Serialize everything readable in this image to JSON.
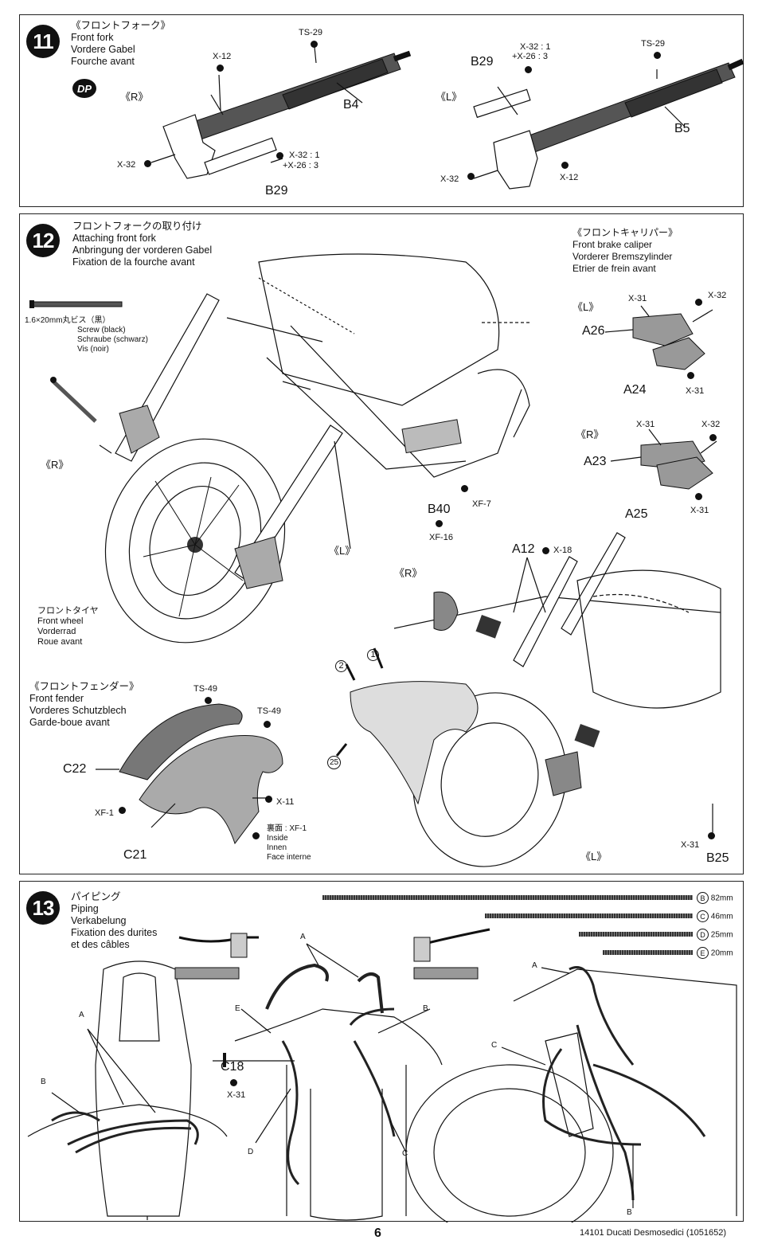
{
  "step11": {
    "number": "11",
    "title_jp": "《フロントフォーク》",
    "title_en": "Front fork",
    "title_de": "Vordere Gabel",
    "title_fr": "Fourche avant",
    "badge": "DP",
    "side_r": "《R》",
    "side_l": "《L》",
    "labels": {
      "x12_r": "X-12",
      "ts29_r": "TS-29",
      "b4": "B4",
      "x32_r": "X-32",
      "x32_mix_r_1": "X-32 : 1",
      "x32_mix_r_2": "+X-26 : 3",
      "b29_r": "B29",
      "x32_mix_l_1": "X-32 : 1",
      "x32_mix_l_2": "+X-26 : 3",
      "b29_l": "B29",
      "ts29_l": "TS-29",
      "b5": "B5",
      "x32_l": "X-32",
      "x12_l": "X-12"
    }
  },
  "step12": {
    "number": "12",
    "title_jp": "フロントフォークの取り付け",
    "title_en": "Attaching front fork",
    "title_de": "Anbringung der vorderen Gabel",
    "title_fr": "Fixation de la fourche avant",
    "screw": {
      "size": "1.6×20mm丸ビス（黒）",
      "en": "Screw (black)",
      "de": "Schraube (schwarz)",
      "fr": "Vis (noir)"
    },
    "side_r": "《R》",
    "side_l": "《L》",
    "caliper": {
      "jp": "《フロントキャリパー》",
      "en": "Front brake caliper",
      "de": "Vorderer Bremszylinder",
      "fr": "Etrier de frein avant",
      "side_l": "《L》",
      "side_r": "《R》",
      "x31_a": "X-31",
      "x32_a": "X-32",
      "a26": "A26",
      "a24": "A24",
      "x31_b": "X-31",
      "x31_c": "X-31",
      "x32_b": "X-32",
      "a23": "A23",
      "a25": "A25",
      "x31_d": "X-31"
    },
    "b40": "B40",
    "xf7": "XF-7",
    "xf16": "XF-16",
    "wheel": {
      "jp": "フロントタイヤ",
      "en": "Front wheel",
      "de": "Vorderrad",
      "fr": "Roue avant"
    },
    "fender": {
      "jp": "《フロントフェンダー》",
      "en": "Front fender",
      "de": "Vorderes Schutzblech",
      "fr": "Garde-boue avant",
      "ts49_a": "TS-49",
      "ts49_b": "TS-49",
      "c22": "C22",
      "xf1": "XF-1",
      "x11": "X-11",
      "c21": "C21",
      "inside_jp": "裏面 : XF-1",
      "inside_en": "Inside",
      "inside_de": "Innen",
      "inside_fr": "Face interne"
    },
    "a12": "A12",
    "x18": "X-18",
    "side_r2": "《R》",
    "side_l2": "《L》",
    "n1": "1",
    "n2": "2",
    "n25": "25",
    "x31_e": "X-31",
    "b25": "B25"
  },
  "step13": {
    "number": "13",
    "title_jp": "パイピング",
    "title_en": "Piping",
    "title_de": "Verkabelung",
    "title_fr": "Fixation des durites",
    "title_fr2": "et des câbles",
    "pipes": [
      {
        "letter": "B",
        "length": "82mm"
      },
      {
        "letter": "C",
        "length": "46mm"
      },
      {
        "letter": "D",
        "length": "25mm"
      },
      {
        "letter": "E",
        "length": "20mm"
      }
    ],
    "labels": {
      "a1": "A",
      "a2": "A",
      "a3": "A",
      "b1": "B",
      "b2": "B",
      "b3": "B",
      "c1": "C",
      "c2": "C",
      "d1": "D",
      "e1": "E",
      "c18": "C18",
      "x31": "X-31"
    }
  },
  "footer": {
    "page": "6",
    "info": "14101  Ducati Desmosedici (1051652)"
  }
}
